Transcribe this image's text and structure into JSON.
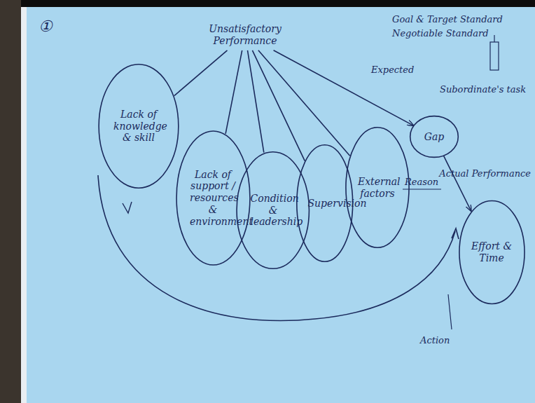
{
  "diagram": {
    "nodes": [
      {
        "text": [
          "Unsatisfactory Performance"
        ]
      },
      {
        "text": [
          "Lack of knowledge & skill"
        ]
      },
      {
        "text": [
          "Lack of support / resources & environment"
        ]
      },
      {
        "text": [
          "Condition & leadership"
        ]
      },
      {
        "text": [
          "Supervision"
        ]
      },
      {
        "text": [
          "External factors"
        ]
      },
      {
        "text": [
          "Gap"
        ]
      },
      {
        "text": [
          "Effort & Time"
        ]
      }
    ],
    "edges": [
      {
        "from": 0,
        "to": 1,
        "arrow": "none"
      },
      {
        "from": 0,
        "to": 2,
        "arrow": "none"
      },
      {
        "from": 0,
        "to": 3,
        "arrow": "none"
      },
      {
        "from": 0,
        "to": 4,
        "arrow": "none"
      },
      {
        "from": 0,
        "to": 5,
        "arrow": "none"
      },
      {
        "from": 0,
        "to": 6,
        "arrow": "to"
      },
      {
        "from": 6,
        "to": 7,
        "arrow": "to"
      }
    ],
    "labels": [
      "①",
      "Expected",
      "Subordinate's task",
      "Actual Performance",
      "Reason",
      "Action",
      "Goal & Target Standard",
      "Negotiable Standard"
    ]
  }
}
